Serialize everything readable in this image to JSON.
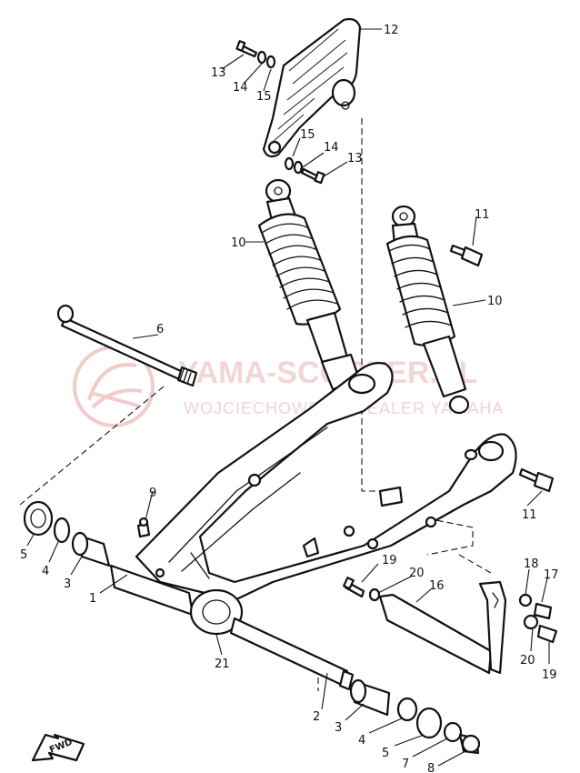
{
  "watermark": {
    "main": "YAMA-SCOOTER.PL",
    "sub": "WOJCIECHOWSKI - DEALER YAMAHA",
    "color": "#e9b6b6"
  },
  "fwd_label": "FWD",
  "callouts": {
    "c12": "12",
    "c13a": "13",
    "c14a": "14",
    "c15a": "15",
    "c15b": "15",
    "c14b": "14",
    "c13b": "13",
    "c10a": "10",
    "c11a": "11",
    "c10b": "10",
    "c6": "6",
    "c9": "9",
    "c11b": "11",
    "c5a": "5",
    "c4a": "4",
    "c3a": "3",
    "c1": "1",
    "c19a": "19",
    "c20a": "20",
    "c16": "16",
    "c18": "18",
    "c17": "17",
    "c20b": "20",
    "c19b": "19",
    "c21": "21",
    "c2": "2",
    "c3b": "3",
    "c4b": "4",
    "c5b": "5",
    "c7": "7",
    "c8": "8"
  }
}
